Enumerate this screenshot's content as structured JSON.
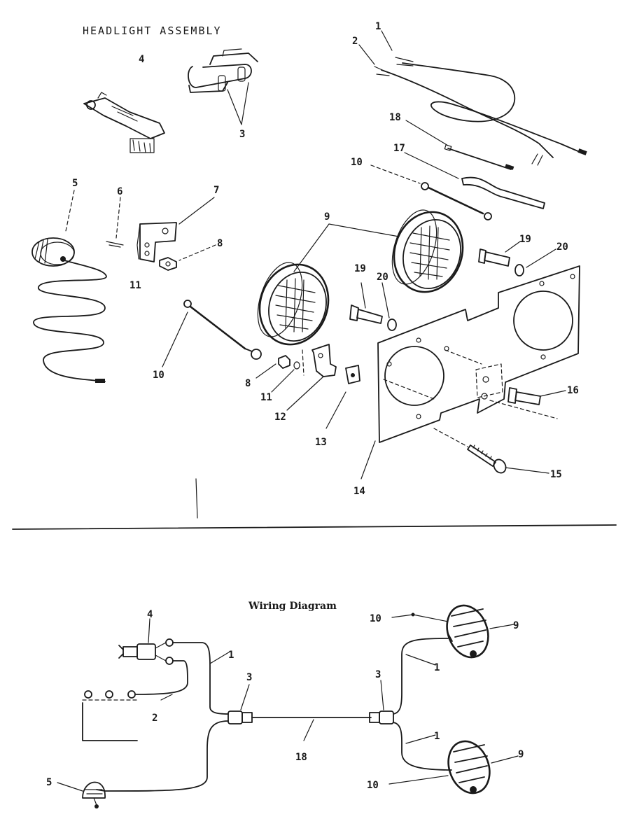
{
  "diagram": {
    "title": "HEADLIGHT ASSEMBLY",
    "wiring_title": "Wiring Diagram",
    "assembly_labels": {
      "p1": "1",
      "p2": "2",
      "p3": "3",
      "p4": "4",
      "p5": "5",
      "p6": "6",
      "p7": "7",
      "p8a": "8",
      "p8b": "8",
      "p9": "9",
      "p10a": "10",
      "p10b": "10",
      "p11a": "11",
      "p11b": "11",
      "p12": "12",
      "p13": "13",
      "p14": "14",
      "p15": "15",
      "p16": "16",
      "p17": "17",
      "p18": "18",
      "p19a": "19",
      "p19b": "19",
      "p20a": "20",
      "p20b": "20"
    },
    "wiring_labels": {
      "w4": "4",
      "w1a": "1",
      "w2": "2",
      "w3a": "3",
      "w18": "18",
      "w5": "5",
      "w3b": "3",
      "w10a": "10",
      "w9a": "9",
      "w1b": "1",
      "w1c": "1",
      "w9b": "9",
      "w10b": "10"
    }
  }
}
